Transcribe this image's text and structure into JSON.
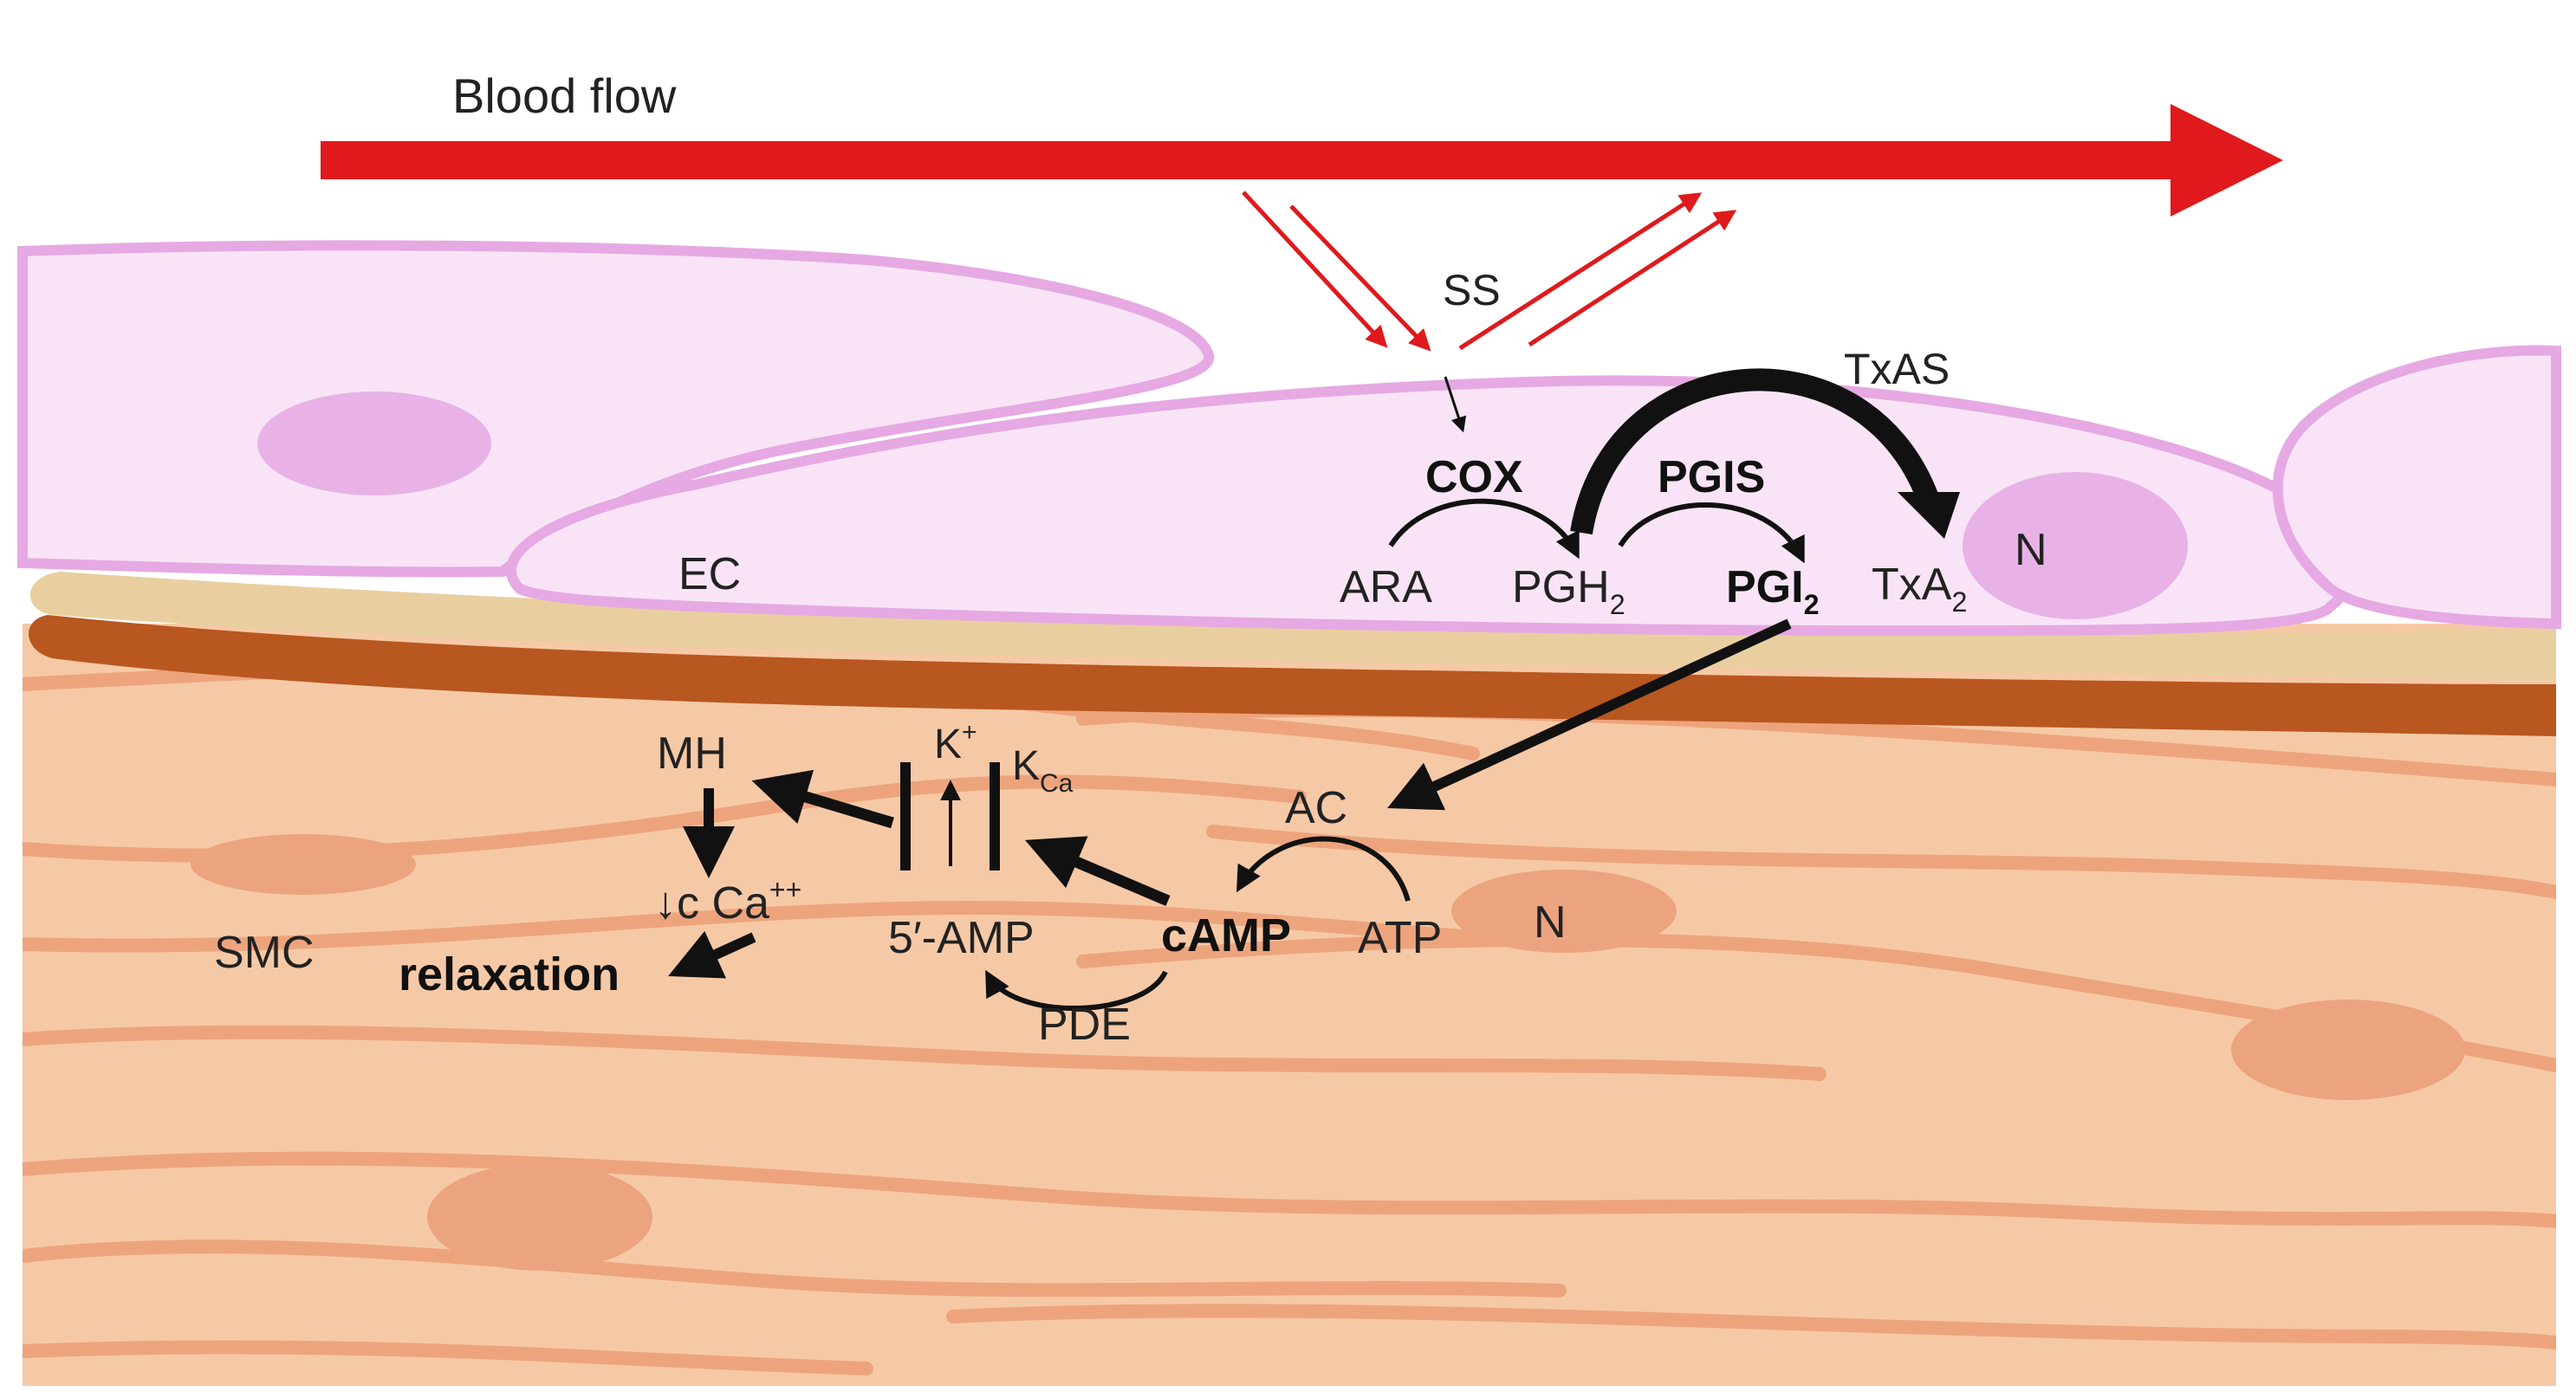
{
  "labels": {
    "blood_flow": "Blood flow",
    "ss": "SS",
    "txas": "TxAS",
    "cox": "COX",
    "pgis": "PGIS",
    "ara": "ARA",
    "pgh2_main": "PGH",
    "pgh2_sub": "2",
    "pgi2_main": "PGI",
    "pgi2_sub": "2",
    "txa2_main": "TxA",
    "txa2_sub": "2",
    "n_ec": "N",
    "n_smc": "N",
    "ec": "EC",
    "smc": "SMC",
    "mh": "MH",
    "k_main": "K",
    "k_sup": "+",
    "kca_main": "K",
    "kca_sub": "Ca",
    "ac": "AC",
    "camp": "cAMP",
    "atp": "ATP",
    "five_amp": "5′-AMP",
    "pde": "PDE",
    "ca_main": "↓c Ca",
    "ca_sup": "++",
    "relaxation": "relaxation"
  },
  "colors": {
    "blood_flow_arrow": "#e0191c",
    "ec_fill": "#f8e4f6",
    "ec_outline": "#e6a9e3",
    "ec_nucleus": "#e8b2e6",
    "basement_membrane": "#e9cfa0",
    "elastic_lamina": "#b8571f",
    "smc_fill": "#f6c9a6",
    "smc_lines": "#eda47d",
    "smc_nucleus": "#eca37f",
    "text": "#222222"
  }
}
